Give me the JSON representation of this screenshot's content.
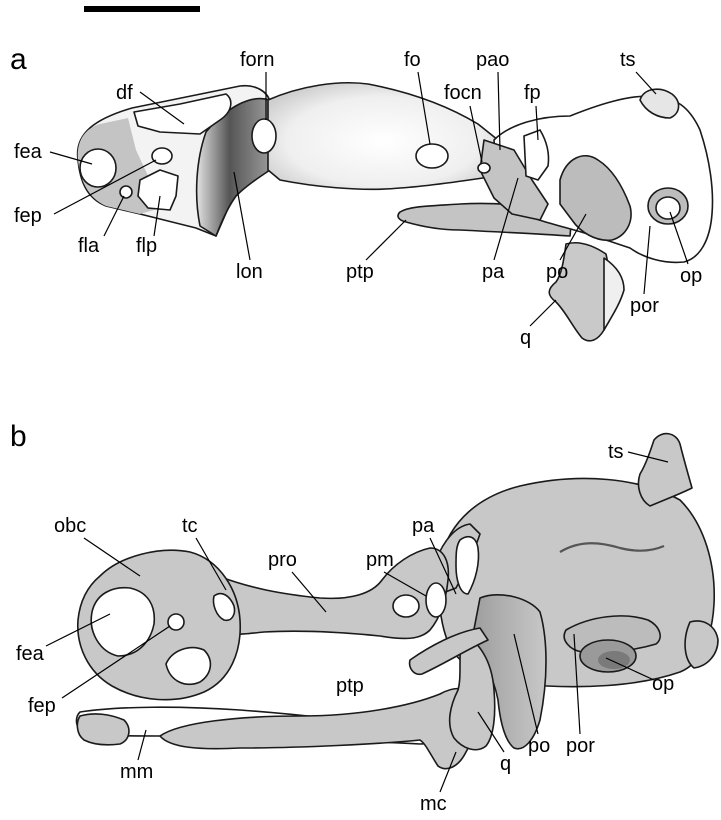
{
  "figure": {
    "panel_a": {
      "letter": "a",
      "labels": {
        "forn": "forn",
        "fo": "fo",
        "pao": "pao",
        "ts": "ts",
        "df": "df",
        "focn": "focn",
        "fp": "fp",
        "fea": "fea",
        "fep": "fep",
        "fla": "fla",
        "flp": "flp",
        "lon": "lon",
        "ptp": "ptp",
        "pa": "pa",
        "po": "po",
        "op": "op",
        "por": "por",
        "q": "q"
      }
    },
    "panel_b": {
      "letter": "b",
      "labels": {
        "ts": "ts",
        "obc": "obc",
        "tc": "tc",
        "pro": "pro",
        "pa": "pa",
        "pm": "pm",
        "fea": "fea",
        "fep": "fep",
        "ptp": "ptp",
        "op": "op",
        "po": "po",
        "por": "por",
        "q": "q",
        "mm": "mm",
        "mc": "mc"
      }
    },
    "colors": {
      "bone_fill": "#c8c8c8",
      "dark_shade": "#5a5a5a",
      "outline": "#1a1a1a",
      "background": "#ffffff"
    }
  }
}
